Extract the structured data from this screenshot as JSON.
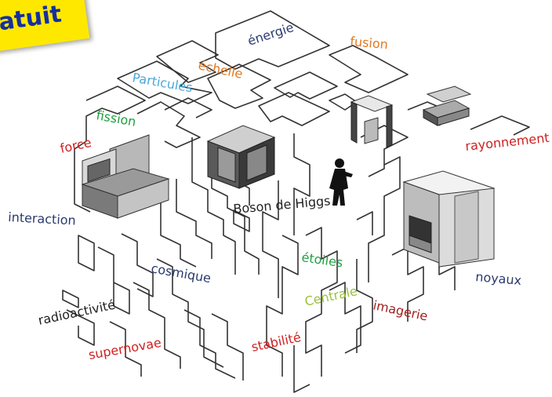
{
  "banner": {
    "text": "atuit",
    "background": "#ffe800",
    "color": "#1530a0"
  },
  "words": [
    {
      "id": "energie",
      "text": "énergie",
      "color": "#2a3a6e"
    },
    {
      "id": "fusion",
      "text": "fusion",
      "color": "#e07820"
    },
    {
      "id": "echelle",
      "text": "échelle",
      "color": "#e07820"
    },
    {
      "id": "particules",
      "text": "Particules",
      "color": "#4aa8d8"
    },
    {
      "id": "fission",
      "text": "fission",
      "color": "#20a040"
    },
    {
      "id": "force",
      "text": "force",
      "color": "#d02020"
    },
    {
      "id": "rayonnement",
      "text": "rayonnement",
      "color": "#d02020"
    },
    {
      "id": "interaction",
      "text": "interaction",
      "color": "#2a3a6e"
    },
    {
      "id": "boson",
      "text": "Boson de Higgs",
      "color": "#222222"
    },
    {
      "id": "etoiles",
      "text": "étoiles",
      "color": "#20a040"
    },
    {
      "id": "cosmique",
      "text": "cosmique",
      "color": "#2a3a6e"
    },
    {
      "id": "noyaux",
      "text": "noyaux",
      "color": "#2a3a6e"
    },
    {
      "id": "centrale",
      "text": "Centrale",
      "color": "#9ac040"
    },
    {
      "id": "imagerie",
      "text": "imagerie",
      "color": "#a02020"
    },
    {
      "id": "radioactivite",
      "text": "radioactivité",
      "color": "#222222"
    },
    {
      "id": "supernovae",
      "text": "supernovae",
      "color": "#d02020"
    },
    {
      "id": "stabilite",
      "text": "stabilité",
      "color": "#d02020"
    }
  ],
  "icons": [
    "maze-floor",
    "control-console",
    "booth",
    "portal-frame",
    "small-console",
    "person-silhouette",
    "large-booth"
  ]
}
